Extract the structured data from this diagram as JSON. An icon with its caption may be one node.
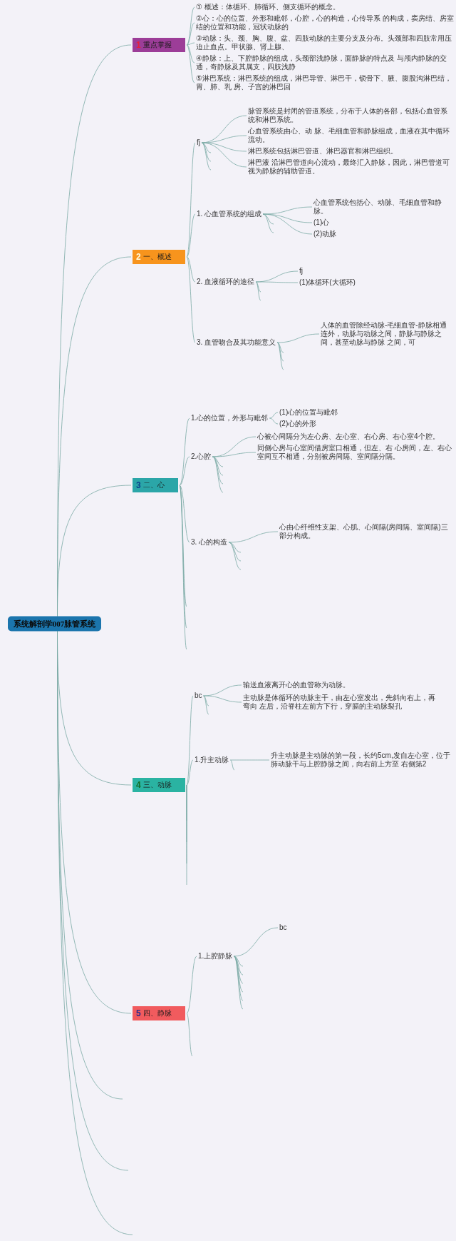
{
  "diagram": {
    "nodes": [
      {
        "text": [
          "系统解剖学007脉管系统"
        ]
      },
      {
        "text": [
          "1",
          "重点掌握"
        ]
      },
      {
        "text": [
          "① 概述：体循环、肺循环、侧支循环的概念。"
        ]
      },
      {
        "text": [
          "②心：心的位置、外形和毗邻，心腔，心的构造，心传导系 的构成，窦房结、房室结的位置和功能，冠状动脉的"
        ]
      },
      {
        "text": [
          "③动脉：头、颈、胸、腹、盆、四肢动脉的主要分支及分布。头颈部和四肢常用压迫止血点。甲状腺、肾上腺、"
        ]
      },
      {
        "text": [
          "④静脉：上、下腔静脉的组成，头颈部浅静脉，面静脉的特点及 与颅内静脉的交通，奇静脉及其属支，四肢浅静"
        ]
      },
      {
        "text": [
          "⑤淋巴系统：淋巴系统的组成，淋巴导管、淋巴干，锁骨下、腋、腹股沟淋巴结，胃、肺、乳 房、子宫的淋巴回"
        ]
      },
      {
        "text": [
          "2",
          "一、概述"
        ]
      },
      {
        "text": [
          "fj"
        ]
      },
      {
        "text": [
          "脉管系统是封闭的管道系统，分布于人体的各部，包括心血管系统和淋巴系统。"
        ]
      },
      {
        "text": [
          "心血管系统由心、动 脉、毛细血管和静脉组成，血液在其中循环流动。"
        ]
      },
      {
        "text": [
          "淋巴系统包括淋巴管道、淋巴器官和淋巴组织。"
        ]
      },
      {
        "text": [
          "淋巴液 沿淋巴管道向心流动，最终汇入静脉，因此，淋巴管道可视为静脉的辅助管道。"
        ]
      },
      {
        "text": [
          "1. 心血管系统的组成"
        ]
      },
      {
        "text": [
          "心血管系统包括心、动脉、毛细血管和静脉。"
        ]
      },
      {
        "text": [
          "(1)心"
        ]
      },
      {
        "text": [
          "(2)动脉"
        ]
      },
      {
        "text": [
          "2. 血液循环的途径"
        ]
      },
      {
        "text": [
          "fj"
        ]
      },
      {
        "text": [
          "(1)体循环(大循环)"
        ]
      },
      {
        "text": [
          "3. 血管吻合及其功能意义"
        ]
      },
      {
        "text": [
          "人体的血管除经动脉-毛细血管-静脉相通连外，动脉与动脉之间，静脉与静脉之间，甚至动脉与静脉 之间，可"
        ]
      },
      {
        "text": [
          "3",
          "二、心"
        ]
      },
      {
        "text": [
          "1.心的位置，外形与毗邻"
        ]
      },
      {
        "text": [
          "(1)心的位置与毗邻"
        ]
      },
      {
        "text": [
          "(2)心的外形"
        ]
      },
      {
        "text": [
          "2.心腔"
        ]
      },
      {
        "text": [
          "心被心间隔分为左心房、左心室、右心房、右心室4个腔。"
        ]
      },
      {
        "text": [
          "同侧心房与心室间借房室口相通，但左、右 心房间，左、右心室间互不相通，分别被房间隔、室间隔分隔。"
        ]
      },
      {
        "text": [
          "3. 心的构造"
        ]
      },
      {
        "text": [
          "心由心纤维性支架、心肌、心间隔(房间隔、室间隔)三部分构成。"
        ]
      },
      {
        "text": [
          "4",
          "三、动脉"
        ]
      },
      {
        "text": [
          "bc"
        ]
      },
      {
        "text": [
          "输送血液离开心的血管称为动脉。"
        ]
      },
      {
        "text": [
          "主动脉是体循环的动脉主干，由左心室发出，先斜向右上，再弯向 左后，沿脊柱左前方下行，穿膈的主动脉裂孔"
        ]
      },
      {
        "text": [
          "1.升主动脉"
        ]
      },
      {
        "text": [
          "升主动脉是主动脉的第一段，长约5cm,发自左心室，位于肺动脉干与上腔静脉之间，向右前上方至 右侧第2"
        ]
      },
      {
        "text": [
          "5",
          "四、静脉"
        ]
      },
      {
        "text": [
          "1.上腔静脉"
        ]
      },
      {
        "text": [
          "bc"
        ]
      }
    ],
    "edges": [
      {
        "from": 0,
        "to": 1,
        "arrow": "none"
      },
      {
        "from": 0,
        "to": 7,
        "arrow": "none"
      },
      {
        "from": 0,
        "to": 22,
        "arrow": "none"
      },
      {
        "from": 0,
        "to": 31,
        "arrow": "none"
      },
      {
        "from": 0,
        "to": 37,
        "arrow": "none"
      },
      {
        "from": 0,
        "to": null,
        "arrow": "none"
      },
      {
        "from": 0,
        "to": null,
        "arrow": "none"
      },
      {
        "from": 0,
        "to": null,
        "arrow": "none"
      },
      {
        "from": 1,
        "to": 2,
        "arrow": "none"
      },
      {
        "from": 1,
        "to": 3,
        "arrow": "none"
      },
      {
        "from": 1,
        "to": 4,
        "arrow": "none"
      },
      {
        "from": 1,
        "to": 5,
        "arrow": "none"
      },
      {
        "from": 1,
        "to": 6,
        "arrow": "none"
      },
      {
        "from": 7,
        "to": 8,
        "arrow": "none"
      },
      {
        "from": 7,
        "to": 13,
        "arrow": "none"
      },
      {
        "from": 7,
        "to": 17,
        "arrow": "none"
      },
      {
        "from": 7,
        "to": 20,
        "arrow": "none"
      },
      {
        "from": 8,
        "to": 9,
        "arrow": "none"
      },
      {
        "from": 8,
        "to": 10,
        "arrow": "none"
      },
      {
        "from": 8,
        "to": 11,
        "arrow": "none"
      },
      {
        "from": 8,
        "to": 12,
        "arrow": "none"
      },
      {
        "from": 8,
        "to": null,
        "arrow": "none"
      },
      {
        "from": 8,
        "to": null,
        "arrow": "none"
      },
      {
        "from": 8,
        "to": null,
        "arrow": "none"
      },
      {
        "from": 13,
        "to": 14,
        "arrow": "none"
      },
      {
        "from": 13,
        "to": 15,
        "arrow": "none"
      },
      {
        "from": 13,
        "to": 16,
        "arrow": "none"
      },
      {
        "from": 13,
        "to": null,
        "arrow": "none"
      },
      {
        "from": 13,
        "to": null,
        "arrow": "none"
      },
      {
        "from": 17,
        "to": 18,
        "arrow": "none"
      },
      {
        "from": 17,
        "to": 19,
        "arrow": "none"
      },
      {
        "from": 17,
        "to": null,
        "arrow": "none"
      },
      {
        "from": 17,
        "to": null,
        "arrow": "none"
      },
      {
        "from": 20,
        "to": 21,
        "arrow": "none"
      },
      {
        "from": 20,
        "to": null,
        "arrow": "none"
      },
      {
        "from": 20,
        "to": null,
        "arrow": "none"
      },
      {
        "from": 20,
        "to": null,
        "arrow": "none"
      },
      {
        "from": 22,
        "to": 23,
        "arrow": "none"
      },
      {
        "from": 22,
        "to": 26,
        "arrow": "none"
      },
      {
        "from": 22,
        "to": 29,
        "arrow": "none"
      },
      {
        "from": 22,
        "to": null,
        "arrow": "none"
      },
      {
        "from": 22,
        "to": null,
        "arrow": "none"
      },
      {
        "from": 22,
        "to": null,
        "arrow": "none"
      },
      {
        "from": 23,
        "to": 24,
        "arrow": "none"
      },
      {
        "from": 23,
        "to": 25,
        "arrow": "none"
      },
      {
        "from": 26,
        "to": 27,
        "arrow": "none"
      },
      {
        "from": 26,
        "to": 28,
        "arrow": "none"
      },
      {
        "from": 26,
        "to": null,
        "arrow": "none"
      },
      {
        "from": 26,
        "to": null,
        "arrow": "none"
      },
      {
        "from": 26,
        "to": null,
        "arrow": "none"
      },
      {
        "from": 26,
        "to": null,
        "arrow": "none"
      },
      {
        "from": 29,
        "to": 30,
        "arrow": "none"
      },
      {
        "from": 29,
        "to": null,
        "arrow": "none"
      },
      {
        "from": 29,
        "to": null,
        "arrow": "none"
      },
      {
        "from": 29,
        "to": null,
        "arrow": "none"
      },
      {
        "from": 31,
        "to": 32,
        "arrow": "none"
      },
      {
        "from": 31,
        "to": 35,
        "arrow": "none"
      },
      {
        "from": 31,
        "to": null,
        "arrow": "none"
      },
      {
        "from": 31,
        "to": null,
        "arrow": "none"
      },
      {
        "from": 31,
        "to": null,
        "arrow": "none"
      },
      {
        "from": 31,
        "to": null,
        "arrow": "none"
      },
      {
        "from": 32,
        "to": 33,
        "arrow": "none"
      },
      {
        "from": 32,
        "to": 34,
        "arrow": "none"
      },
      {
        "from": 32,
        "to": null,
        "arrow": "none"
      },
      {
        "from": 32,
        "to": null,
        "arrow": "none"
      },
      {
        "from": 35,
        "to": 36,
        "arrow": "none"
      },
      {
        "from": 35,
        "to": null,
        "arrow": "none"
      },
      {
        "from": 37,
        "to": 38,
        "arrow": "none"
      },
      {
        "from": 37,
        "to": null,
        "arrow": "none"
      },
      {
        "from": 38,
        "to": 39,
        "arrow": "none"
      },
      {
        "from": 38,
        "to": null,
        "arrow": "none"
      },
      {
        "from": 38,
        "to": null,
        "arrow": "none"
      },
      {
        "from": 38,
        "to": null,
        "arrow": "none"
      },
      {
        "from": 38,
        "to": null,
        "arrow": "none"
      },
      {
        "from": 38,
        "to": null,
        "arrow": "none"
      },
      {
        "from": 38,
        "to": null,
        "arrow": "none"
      }
    ]
  }
}
